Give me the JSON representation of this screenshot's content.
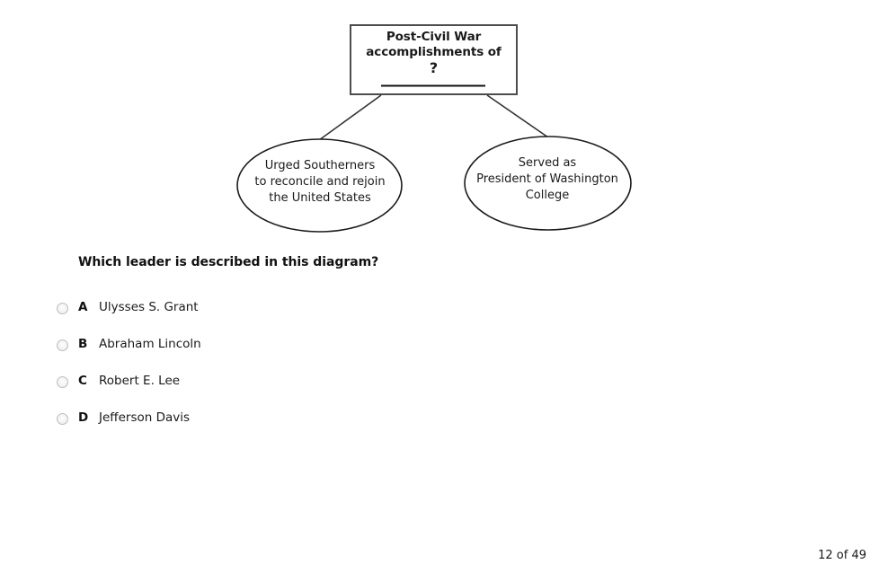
{
  "diagram": {
    "top_box": {
      "line1": "Post-Civil War",
      "line2": "accomplishments of",
      "blank_marker": "?"
    },
    "nodes": [
      {
        "id": "urged-southerners",
        "lines": [
          "Urged Southerners",
          "to reconcile and rejoin",
          "the United States"
        ],
        "text": "Urged Southerners to reconcile and rejoin the United States"
      },
      {
        "id": "washington-college",
        "lines": [
          "Served as",
          "President of Washington",
          "College"
        ],
        "text": "Served as President of Washington College"
      }
    ]
  },
  "question": {
    "prompt": "Which leader is described in this diagram?",
    "options": [
      {
        "letter": "A",
        "label": "Ulysses S. Grant",
        "selected": false
      },
      {
        "letter": "B",
        "label": "Abraham Lincoln",
        "selected": false
      },
      {
        "letter": "C",
        "label": "Robert E. Lee",
        "selected": false
      },
      {
        "letter": "D",
        "label": "Jefferson Davis",
        "selected": false
      }
    ]
  },
  "footer": {
    "page_indicator": "12 of 49"
  },
  "colors": {
    "background": "#ffffff",
    "text": "#1a1a1a",
    "box_border": "#4d4d4d",
    "ellipse_stroke": "#1a1a1a",
    "connector": "#333333",
    "radio_border": "#bdbdbd"
  }
}
